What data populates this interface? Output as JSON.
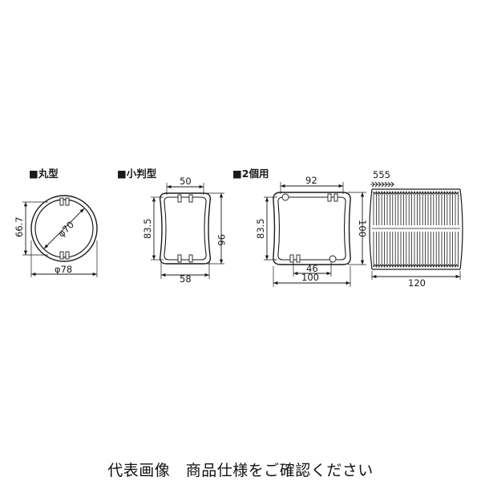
{
  "sections": {
    "round": {
      "title": "■丸型",
      "height_dim": "66.7",
      "inner_dia": "φ70",
      "outer_dia": "φ78"
    },
    "oval": {
      "title": "■小判型",
      "top_width": "50",
      "inner_height": "83.5",
      "outer_height": "96",
      "bottom_width": "58"
    },
    "double": {
      "title": "■2個用",
      "top_width": "92",
      "inner_height": "83.5",
      "outer_height": "100",
      "center_width": "46",
      "bottom_width": "100"
    },
    "side": {
      "pitch": "555",
      "length": "120"
    }
  },
  "caption": "代表画像　商品仕様をご確認ください",
  "colors": {
    "line": "#1a1a1a",
    "background": "#ffffff"
  }
}
